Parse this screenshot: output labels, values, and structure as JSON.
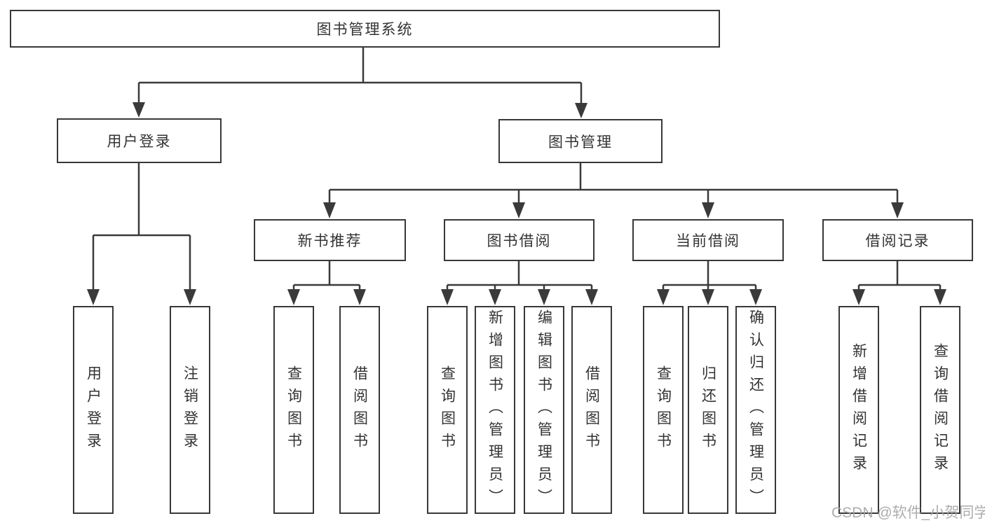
{
  "root": {
    "label": "图书管理系统"
  },
  "level2": [
    "用户登录",
    "图书管理"
  ],
  "level3": [
    "新书推荐",
    "图书借阅",
    "当前借阅",
    "借阅记录"
  ],
  "leaves": [
    "用户登录",
    "注销登录",
    "查询图书",
    "借阅图书",
    "查询图书",
    "新增图书（管理员）",
    "编辑图书（管理员）",
    "借阅图书",
    "查询图书",
    "归还图书",
    "确认归还（管理员）",
    "新增借阅记录",
    "查询借阅记录"
  ],
  "watermark": "CSDN @软件_小贺同学",
  "colors": {
    "line": "#3a3a3a",
    "text": "#333333",
    "background": "#ffffff",
    "watermark": "#a4a4a4"
  }
}
